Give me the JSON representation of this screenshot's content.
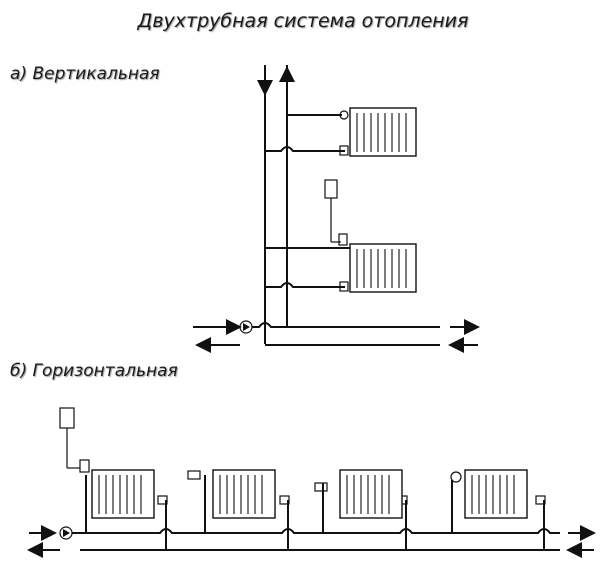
{
  "diagram": {
    "title": "Двухтрубная система отопления",
    "label_vertical": "а) Вертикальная",
    "label_horizontal": "б) Горизонтальная"
  }
}
